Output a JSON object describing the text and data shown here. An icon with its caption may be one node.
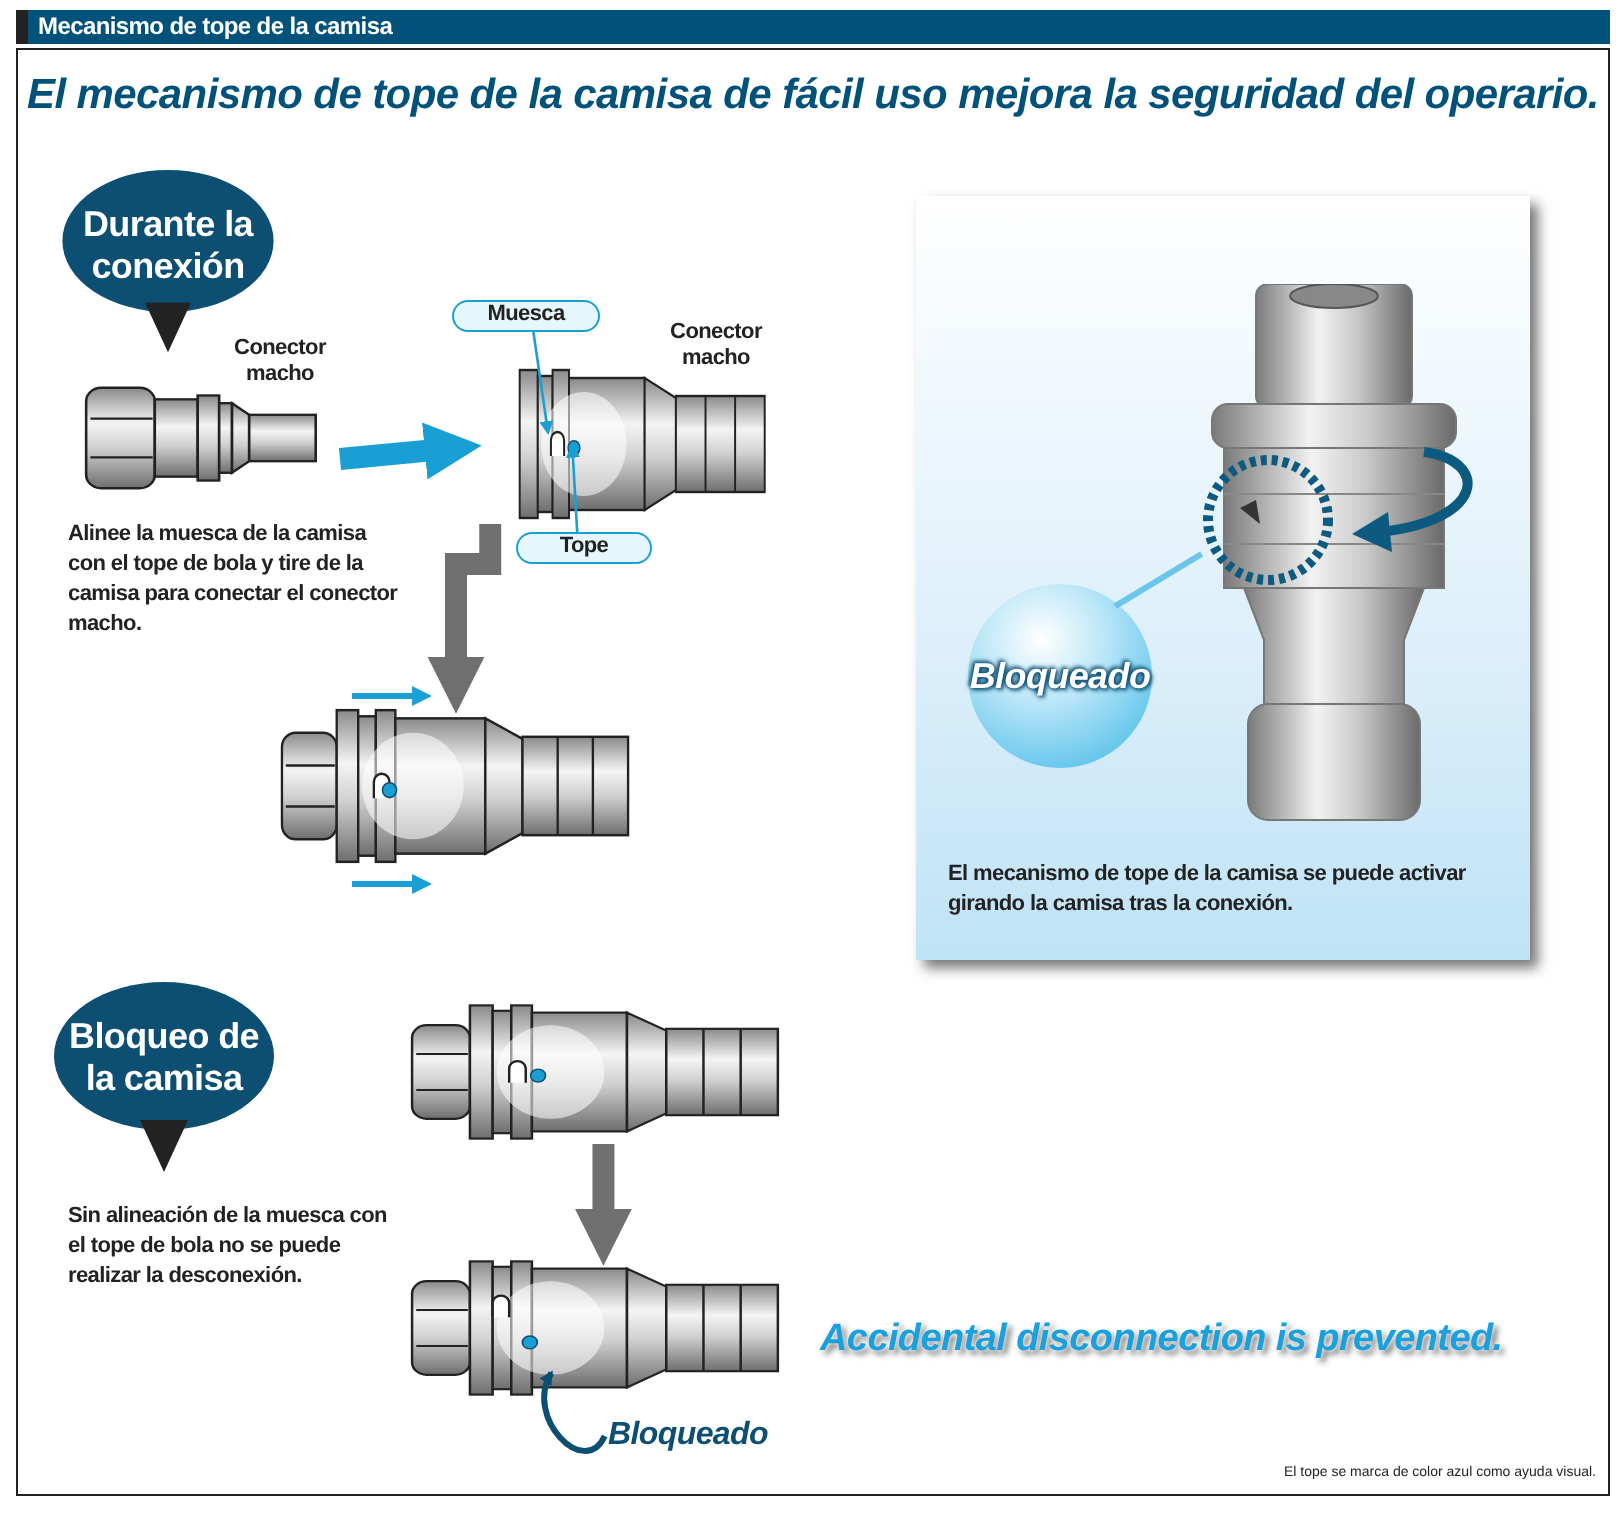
{
  "diagram": {
    "title": "El mecanismo de tope de la camisa de fácil uso mejora la seguridad del operario.",
    "nodes": [
      {
        "text": [
          "Durante la conexión"
        ]
      },
      {
        "text": [],
        "shape": "picture",
        "beside": [
          "Conector macho"
        ]
      },
      {
        "text": [],
        "shape": "picture",
        "beside": [
          "Conector macho"
        ]
      },
      {
        "text": [
          "Muesca"
        ]
      },
      {
        "text": [
          "Tope"
        ]
      },
      {
        "text": [],
        "shape": "picture"
      },
      {
        "text": [
          "Bloqueo de la camisa"
        ]
      },
      {
        "text": [],
        "shape": "picture"
      },
      {
        "text": [],
        "shape": "picture"
      },
      {
        "text": [
          "Bloqueado"
        ]
      },
      {
        "text": [
          "El mecanismo de tope de la camisa se puede activar girando la camisa tras la conexión."
        ]
      },
      {
        "text": [],
        "shape": "picture",
        "in": 10
      },
      {
        "text": [
          "Bloqueado"
        ],
        "in": 10
      }
    ],
    "edges": [
      {
        "from": 1,
        "to": 2,
        "arrow": "to",
        "style": "thick",
        "color": "#1a9fd4"
      },
      {
        "from": 3,
        "to": 2,
        "arrow": "to",
        "color": "#1a9fd4"
      },
      {
        "from": 4,
        "to": 2,
        "arrow": "to",
        "color": "#1a9fd4"
      },
      {
        "from": 2,
        "to": 5,
        "arrow": "to",
        "style": "thick",
        "color": "#707070"
      },
      {
        "from": 7,
        "to": 8,
        "arrow": "to",
        "style": "thick",
        "color": "#707070"
      },
      {
        "from": 9,
        "to": 8,
        "arrow": "to",
        "color": "#0d4f73"
      },
      {
        "from": 12,
        "to": 11,
        "arrow": "none",
        "color": "#6cc6ec"
      }
    ],
    "labels": [
      "Mecanismo de tope de la camisa",
      "Alinee la muesca de la camisa con el tope de bola y tire de la camisa para conectar el conector macho.",
      "Sin alineación de la muesca con el tope de bola no se puede realizar la desconexión.",
      "Accidental disconnection is prevented.",
      "El tope se marca de color azul como ayuda visual."
    ]
  }
}
